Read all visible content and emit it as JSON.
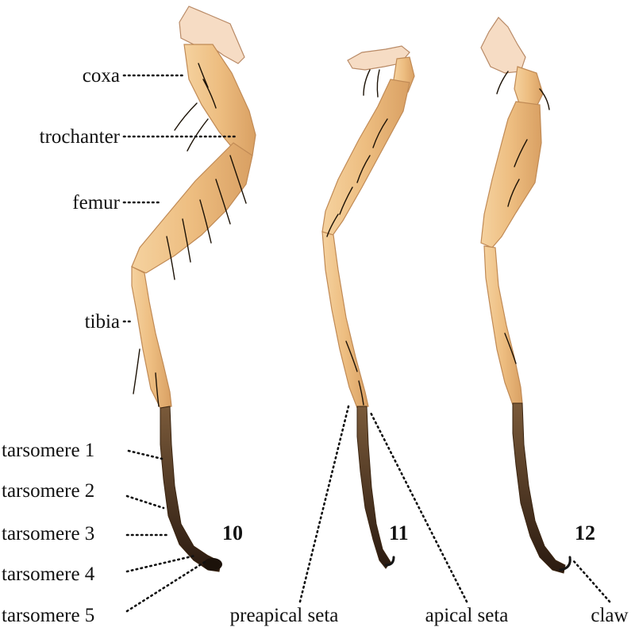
{
  "figure": {
    "labels": {
      "coxa": "coxa",
      "trochanter": "trochanter",
      "femur": "femur",
      "tibia": "tibia",
      "tarsomere_1": "tarsomere 1",
      "tarsomere_2": "tarsomere 2",
      "tarsomere_3": "tarsomere 3",
      "tarsomere_4": "tarsomere 4",
      "tarsomere_5": "tarsomere 5",
      "preapical_seta": "preapical seta",
      "apical_seta": "apical seta",
      "claw": "claw"
    },
    "panel_numbers": [
      "10",
      "11",
      "12"
    ],
    "colors": {
      "leg_light": "#f0c58c",
      "leg_mid": "#e0a766",
      "tarsus_dark": "#4a3020",
      "coxa": "#f6dcc4",
      "setae": "#1c1206",
      "background": "#ffffff"
    }
  }
}
